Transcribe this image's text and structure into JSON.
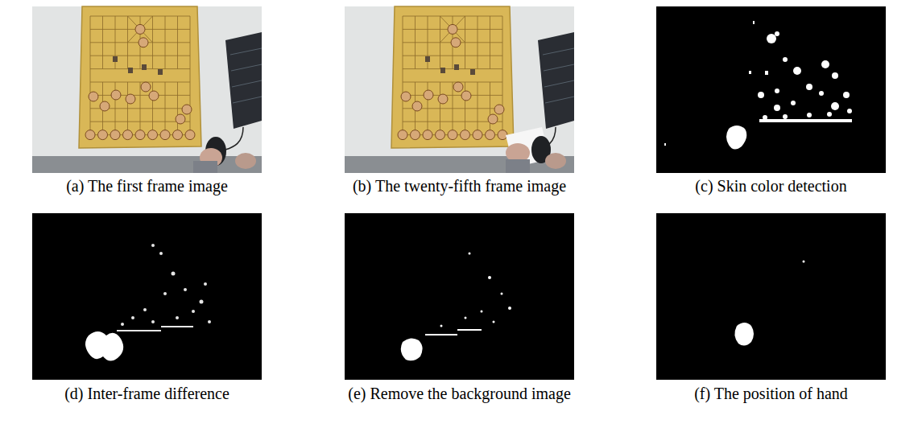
{
  "diagram": {
    "labels": [
      "(a) The first frame image",
      "(b) The twenty-fifth frame image",
      "(c) Skin color detection",
      "(d) Inter-frame difference",
      "(e) Remove the background image",
      "(f) The position of hand"
    ]
  }
}
